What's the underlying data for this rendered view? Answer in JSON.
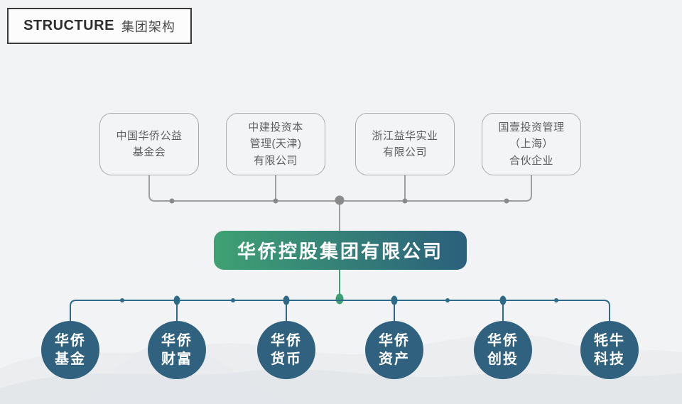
{
  "header": {
    "title_en": "STRUCTURE",
    "title_zh": "集团架构"
  },
  "group": {
    "name": "华侨控股集团有限公司"
  },
  "shareholders": [
    {
      "name": "中国华侨公益\n基金会"
    },
    {
      "name": "中建投资本\n管理(天津)\n有限公司"
    },
    {
      "name": "浙江益华实业\n有限公司"
    },
    {
      "name": "国壹投资管理\n（上海）\n合伙企业"
    }
  ],
  "subsidiaries": [
    {
      "name": "华侨\n基金"
    },
    {
      "name": "华侨\n财富"
    },
    {
      "name": "华侨\n货币"
    },
    {
      "name": "华侨\n资产"
    },
    {
      "name": "华侨\n创投"
    },
    {
      "name": "牦牛\n科技"
    }
  ],
  "colors": {
    "gradient_start": "#3fa173",
    "gradient_end": "#2b607c",
    "node_fill": "#30627f",
    "connector_top_line": "#9e9e9e",
    "connector_top_dot": "#8a8a8a",
    "connector_bottom": "#2f6b88",
    "connector_green": "#3ea173"
  }
}
